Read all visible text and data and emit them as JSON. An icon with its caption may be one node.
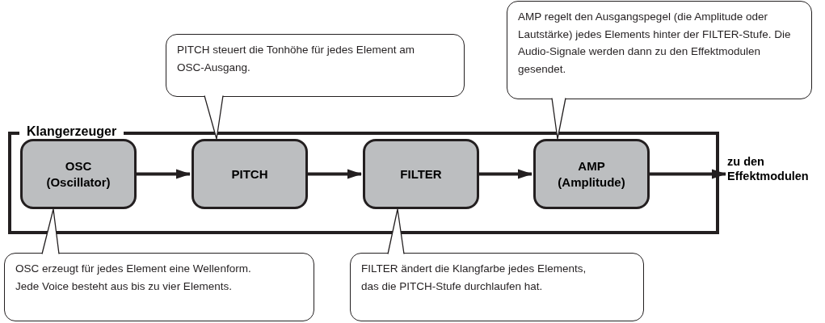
{
  "diagram": {
    "nodes": [
      {
        "text": [
          "Klangerzeuger"
        ]
      },
      {
        "text": [
          "OSC (Oscillator)"
        ],
        "in": 0
      },
      {
        "text": [
          "PITCH"
        ],
        "in": 0
      },
      {
        "text": [
          "FILTER"
        ],
        "in": 0
      },
      {
        "text": [
          "AMP (Amplitude)"
        ],
        "in": 0
      },
      {
        "text": [
          "zu den Effektmodulen"
        ]
      },
      {
        "text": [
          "PITCH steuert die Tonhöhe für jedes Element am OSC-Ausgang."
        ]
      },
      {
        "text": [
          "AMP regelt den Ausgangspegel (die Amplitude oder Lautstärke) jedes Elements hinter der FILTER-Stufe. Die Audio-Signale werden dann zu den Effektmodulen gesendet."
        ]
      },
      {
        "text": [
          "OSC erzeugt für jedes Element eine Wellenform. Jede Voice besteht aus bis zu vier Elements."
        ]
      },
      {
        "text": [
          "FILTER ändert die Klangfarbe jedes Elements, das die PITCH-Stufe durchlaufen hat."
        ]
      }
    ],
    "edges": [
      {
        "from": 1,
        "to": 2,
        "arrow": "to",
        "style": "thick"
      },
      {
        "from": 2,
        "to": 3,
        "arrow": "to",
        "style": "thick"
      },
      {
        "from": 3,
        "to": 4,
        "arrow": "to",
        "style": "thick"
      },
      {
        "from": 4,
        "to": 5,
        "arrow": "to",
        "style": "thick"
      },
      {
        "from": 6,
        "to": 2,
        "arrow": "none"
      },
      {
        "from": 7,
        "to": 4,
        "arrow": "none"
      },
      {
        "from": 8,
        "to": 1,
        "arrow": "none"
      },
      {
        "from": 9,
        "to": 3,
        "arrow": "none"
      }
    ]
  }
}
